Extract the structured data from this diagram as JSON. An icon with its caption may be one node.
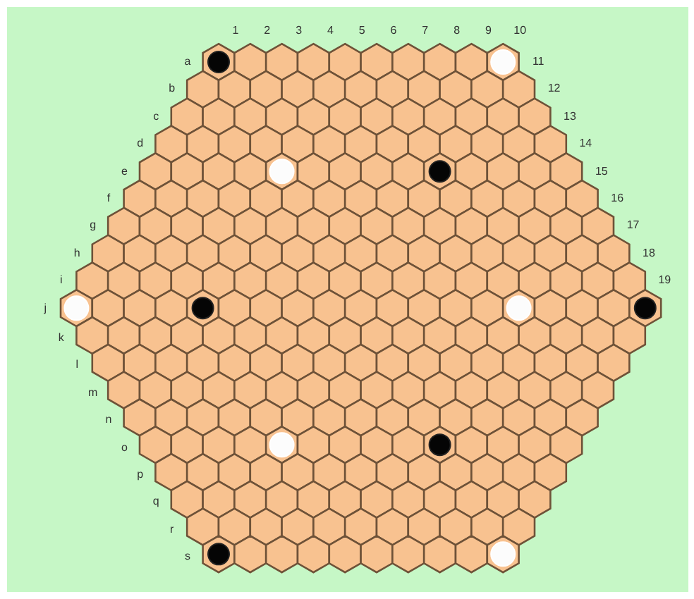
{
  "diagram": {
    "labels": [
      "1",
      "2",
      "3",
      "4",
      "5",
      "6",
      "7",
      "8",
      "9",
      "10",
      "a",
      "11",
      "b",
      "12",
      "c",
      "13",
      "d",
      "14",
      "e",
      "15",
      "f",
      "16",
      "g",
      "17",
      "h",
      "18",
      "i",
      "19",
      "j",
      "k",
      "l",
      "m",
      "n",
      "o",
      "p",
      "q",
      "r",
      "s"
    ]
  }
}
